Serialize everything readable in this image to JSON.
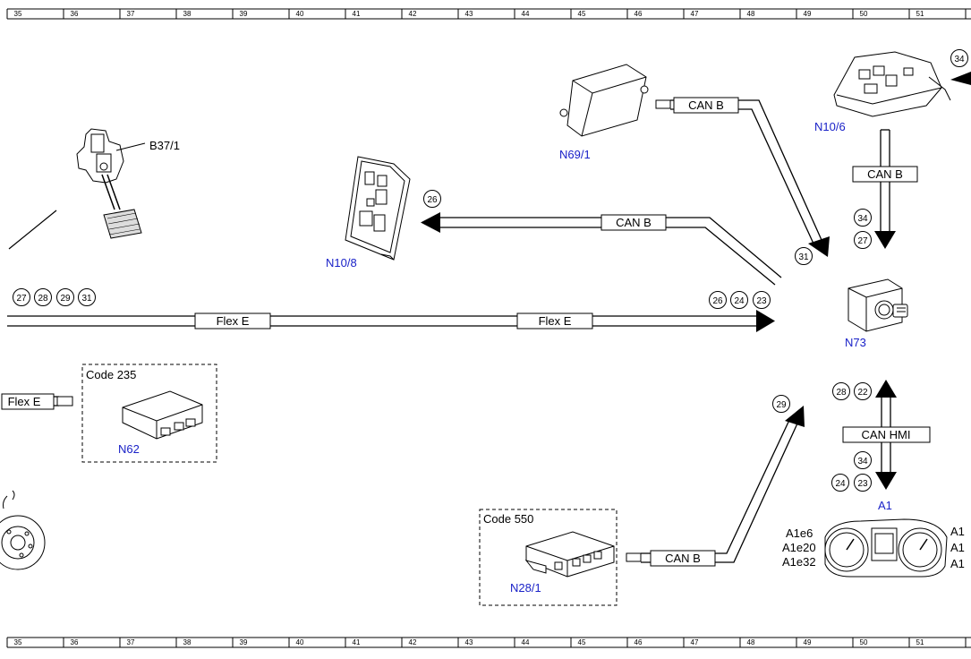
{
  "ruler": {
    "numbers": [
      "35",
      "36",
      "37",
      "38",
      "39",
      "40",
      "41",
      "42",
      "43",
      "44",
      "45",
      "46",
      "47",
      "48",
      "49",
      "50",
      "51"
    ]
  },
  "components": {
    "b37_1": "B37/1",
    "n10_8": "N10/8",
    "n69_1": "N69/1",
    "n10_6": "N10/6",
    "n73": "N73",
    "n62": "N62",
    "n28_1": "N28/1",
    "a1": "A1"
  },
  "codes": {
    "code_235": "Code 235",
    "code_550": "Code 550"
  },
  "buses": {
    "can_b": "CAN B",
    "flex_e": "Flex E",
    "can_hmi": "CAN HMI"
  },
  "circles": {
    "c26_n108": "26",
    "c31_can": "31",
    "c34_top": "34",
    "c34_n106": "34",
    "c27_n106": "27",
    "flex_left": [
      "27",
      "28",
      "29",
      "31"
    ],
    "flex_right": [
      "26",
      "24",
      "23"
    ],
    "c29_n281": "29",
    "c28_hmi": "28",
    "c22_hmi": "22",
    "c34_hmi": "34",
    "c24_hmi": "24",
    "c23_hmi": "23"
  },
  "a1_left_labels": [
    "A1e6",
    "A1e20",
    "A1e32"
  ],
  "a1_right_labels": [
    "A1",
    "A1",
    "A1"
  ],
  "colors": {
    "component_label": "#1a22c8",
    "line": "#000000"
  }
}
